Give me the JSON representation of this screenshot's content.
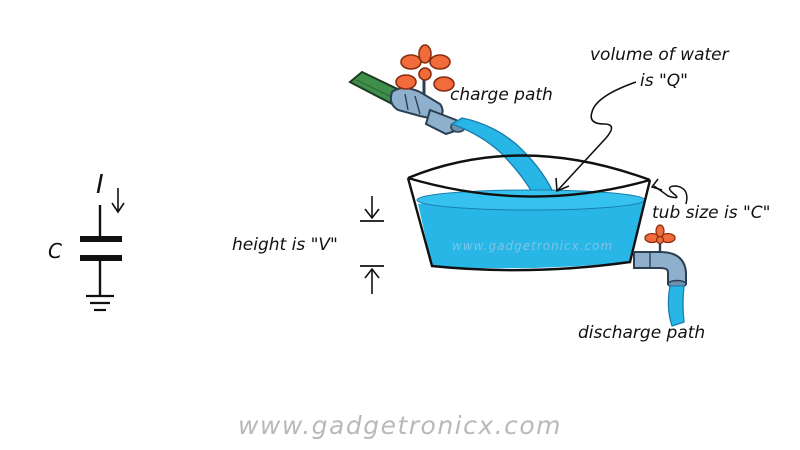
{
  "colors": {
    "water": "#27b6e6",
    "water_dark": "#1a9ccc",
    "tap_handle": "#f26b3a",
    "hose": "#3f8f4a",
    "pipe": "#8fb0cc",
    "ink": "#111111",
    "watermark": "#b9b9b9"
  },
  "capacitor": {
    "current_label": "I",
    "capacitance_label": "C"
  },
  "labels": {
    "charge_path": "charge path",
    "volume_line1": "volume of water",
    "volume_line2": "is \"Q\"",
    "tub_size": "tub size is \"C\"",
    "height": "height is \"V\"",
    "discharge_path": "discharge path"
  },
  "watermark_inner": "www.gadgetronicx.com",
  "footer_url": "www.gadgetronicx.com"
}
